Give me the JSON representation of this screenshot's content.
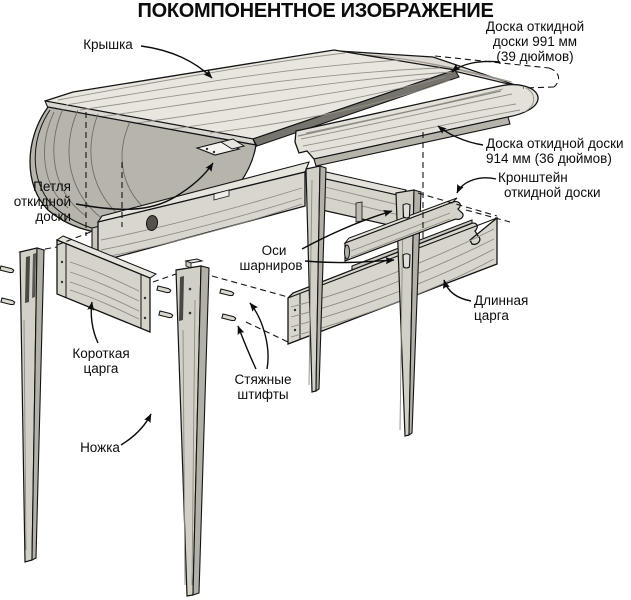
{
  "title": "ПОКОМПОНЕНТНОЕ ИЗОБРАЖЕНИЕ",
  "labels": {
    "kryshka": {
      "lines": [
        "Крышка"
      ]
    },
    "leaf991": {
      "lines": [
        "Доска откидной",
        "доски 991 мм",
        "(39 дюймов)"
      ]
    },
    "leaf914": {
      "lines": [
        "Доска откидной доски",
        "914 мм (36 дюймов)"
      ]
    },
    "petlya": {
      "lines": [
        "Петля",
        "откидной",
        "доски"
      ]
    },
    "kronshtein": {
      "lines": [
        "Кронштейн",
        "откидной доски"
      ]
    },
    "osi": {
      "lines": [
        "Оси",
        "шарниров"
      ]
    },
    "dlinnaya": {
      "lines": [
        "Длинная",
        "царга"
      ]
    },
    "korotkaya": {
      "lines": [
        "Короткая",
        "царга"
      ]
    },
    "shtifty": {
      "lines": [
        "Стяжные",
        "штифты"
      ]
    },
    "nozhka": {
      "lines": [
        "Ножка"
      ]
    }
  },
  "colors": {
    "paper": "#ffffff",
    "ink": "#141414",
    "wood_light": "#e8e6df",
    "wood_mid": "#d7d4cc",
    "wood_dark": "#b3b0a8"
  }
}
